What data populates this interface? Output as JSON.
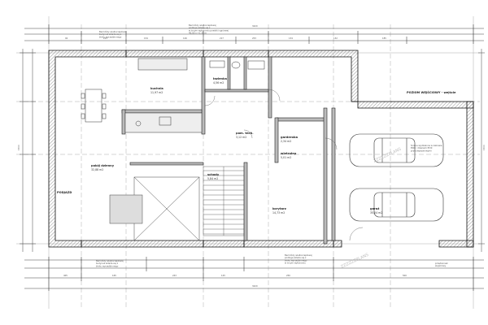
{
  "rooms": {
    "kitchen": {
      "name": "kuchnia",
      "area": "11,97 m2"
    },
    "living": {
      "name": "pokój dzienny",
      "area": "32,88 m2"
    },
    "hall": {
      "name": "korytarz",
      "area": "14,73 m2"
    },
    "bath": {
      "name": "łazienka",
      "area": "4,56 m2"
    },
    "wardrobe": {
      "name": "garderoba",
      "area": "2,34 m2"
    },
    "tech": {
      "name": "pom. tech.",
      "area": "3,12 m2"
    },
    "vestibule": {
      "name": "wiatrołap",
      "area": "5,01 m2"
    },
    "stairs": {
      "name": "schody",
      "area": "5,84 m2"
    },
    "garage": {
      "name": "garaż",
      "area": "35,04 m2"
    }
  },
  "notes": {
    "top_left": [
      "Bez kłódy wielkociepłowej",
      "budynek składa się z",
      "bloku wyrzeźbionego"
    ],
    "top_center": [
      "Bez kłódy wielkociepłowej",
      "podłoga składa się z",
      "w innym wykonaniu powłoki ogniowej",
      "40,00 x +1.20 m"
    ],
    "top_right": "POZIOM WEJŚCIOWY - wejście",
    "garage_note": [
      "Ściana wydzielona w zakresie",
      "EI60 i drzwiami EI30",
      "przeciwpożarowymi"
    ],
    "left": "PODJAZD",
    "bottom_left": [
      "Bez kłódy wielkociepłowej",
      "budynek składa się z",
      "bloku wyrzeźbionego"
    ],
    "bottom_center": [
      "Bez kłódy wielkociepłowej",
      "podłoga składa się z",
      "bloku wyrzeźbionego",
      "w innym wykonaniu"
    ],
    "bottom_right": [
      "przedsionek",
      "wejściowy"
    ]
  },
  "dims": {
    "top_total": "3420",
    "bottom_total": "3420",
    "left_total": "1500",
    "right_total": "1500",
    "top_segments": [
      "92",
      "215",
      "154",
      "126",
      "217",
      "253",
      "134",
      "132",
      "185"
    ],
    "bottom_segments": [
      "405",
      "165",
      "243",
      "125",
      "250",
      "500"
    ]
  },
  "watermark": "ZZZZZZPLANS"
}
